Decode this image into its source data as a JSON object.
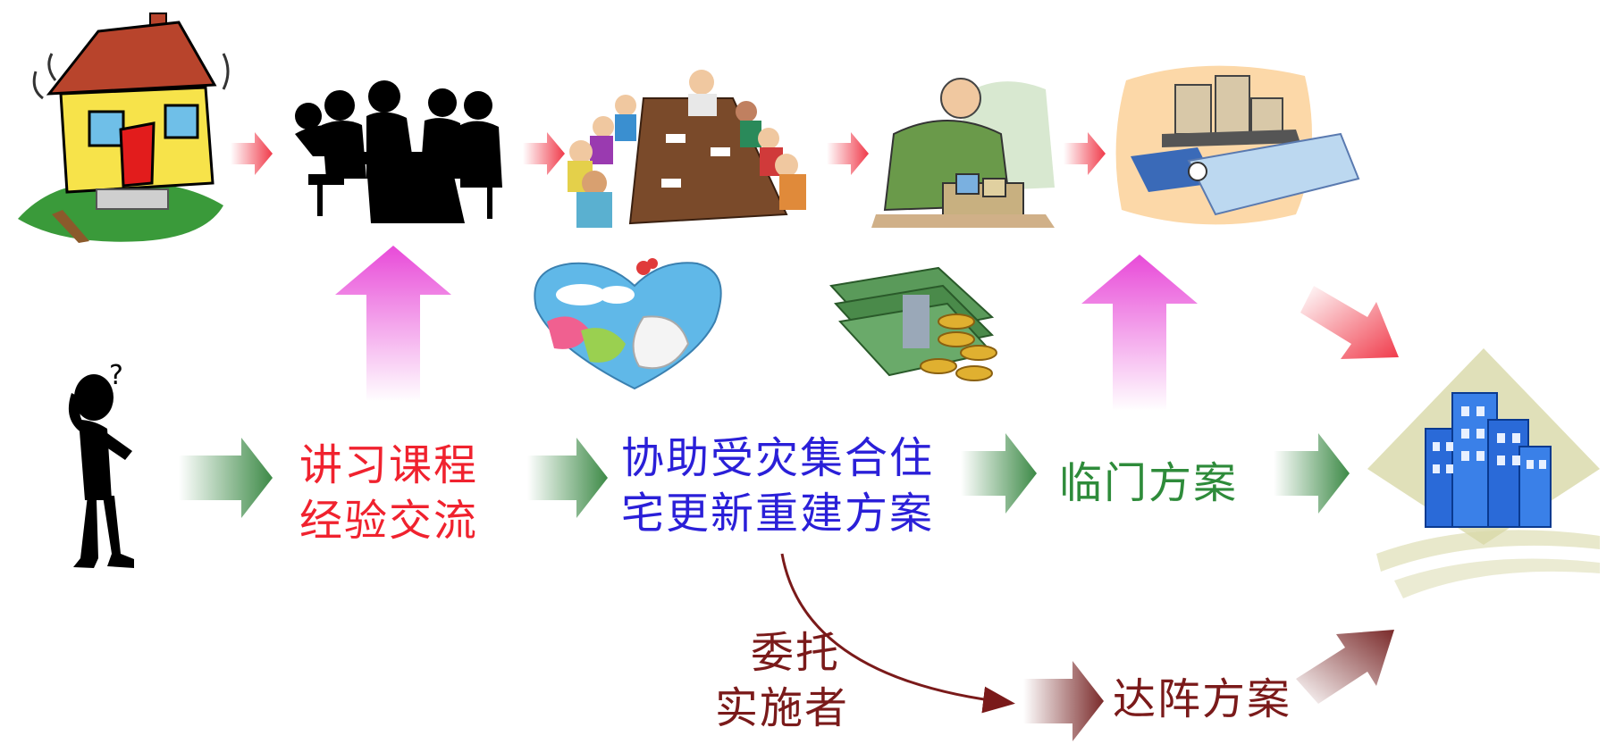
{
  "labels": {
    "course": [
      "讲习课程",
      "经验交流"
    ],
    "assist": [
      "协助受灾集合住",
      "宅更新重建方案"
    ],
    "adjacent_plan": "临门方案",
    "entrust": [
      "委托",
      "实施者"
    ],
    "daz_plan": "达阵方案"
  },
  "colors": {
    "course_text": "#f0222e",
    "assist_text": "#2a1fd8",
    "adjacent_text": "#2e8b3a",
    "entrust_text": "#7a1a1a",
    "daz_text": "#7a1a1a",
    "green_arrow": "#3d8a47",
    "red_arrow": "#f03a4a",
    "magenta_arrow": "#e84ad8",
    "maroon_arrow": "#7a2a2a"
  },
  "icons": {
    "damaged_house": "damaged-house-icon",
    "silhouette_meeting": "silhouette-meeting-icon",
    "table_meeting": "conference-table-icon",
    "planner": "planner-with-model-icon",
    "blueprints": "blueprints-model-icon",
    "confused_person": "confused-person-icon",
    "heart": "heart-birds-icon",
    "money": "money-coins-icon",
    "city": "city-buildings-icon"
  }
}
